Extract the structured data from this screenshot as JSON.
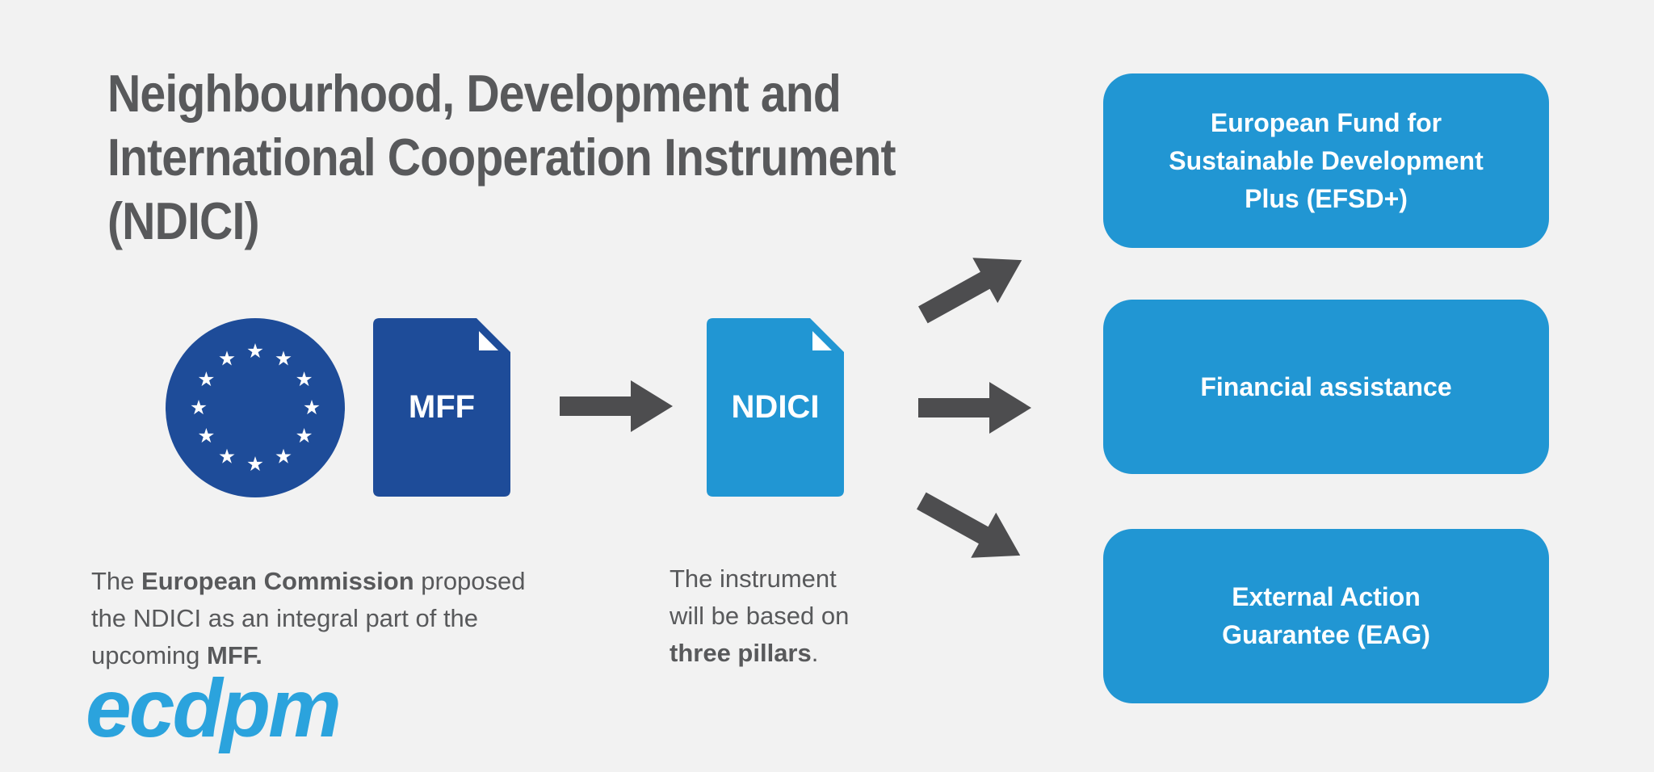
{
  "title": {
    "line1": "Neighbourhood, Development and",
    "line2": "International Cooperation Instrument",
    "line3": "(NDICI)"
  },
  "flow": {
    "eu_flag": {
      "description": "EU flag emblem, circle of 12 stars"
    },
    "mff_doc": {
      "label": "MFF"
    },
    "ndici_doc": {
      "label": "NDICI"
    }
  },
  "captions": {
    "left": {
      "part1": "The ",
      "part2_bold": "European Commission",
      "part3": " proposed\nthe NDICI as an integral part of the\nupcoming ",
      "part4_bold": "MFF."
    },
    "right": {
      "part1": "The instrument\nwill be based on\n",
      "part2_bold": "three pillars",
      "part3": "."
    }
  },
  "pillars": [
    {
      "label": "European Fund for\nSustainable Development\nPlus (EFSD+)"
    },
    {
      "label": "Financial assistance"
    },
    {
      "label": "External Action\nGuarantee (EAG)"
    }
  ],
  "logo": {
    "text": "ecdpm"
  },
  "colors": {
    "background": "#f2f2f2",
    "dark_blue": "#1e4c99",
    "light_blue": "#2196d3",
    "arrow_gray": "#4d4d4f",
    "text_gray": "#58595b",
    "logo_blue": "#2ba3dd",
    "white": "#ffffff"
  }
}
